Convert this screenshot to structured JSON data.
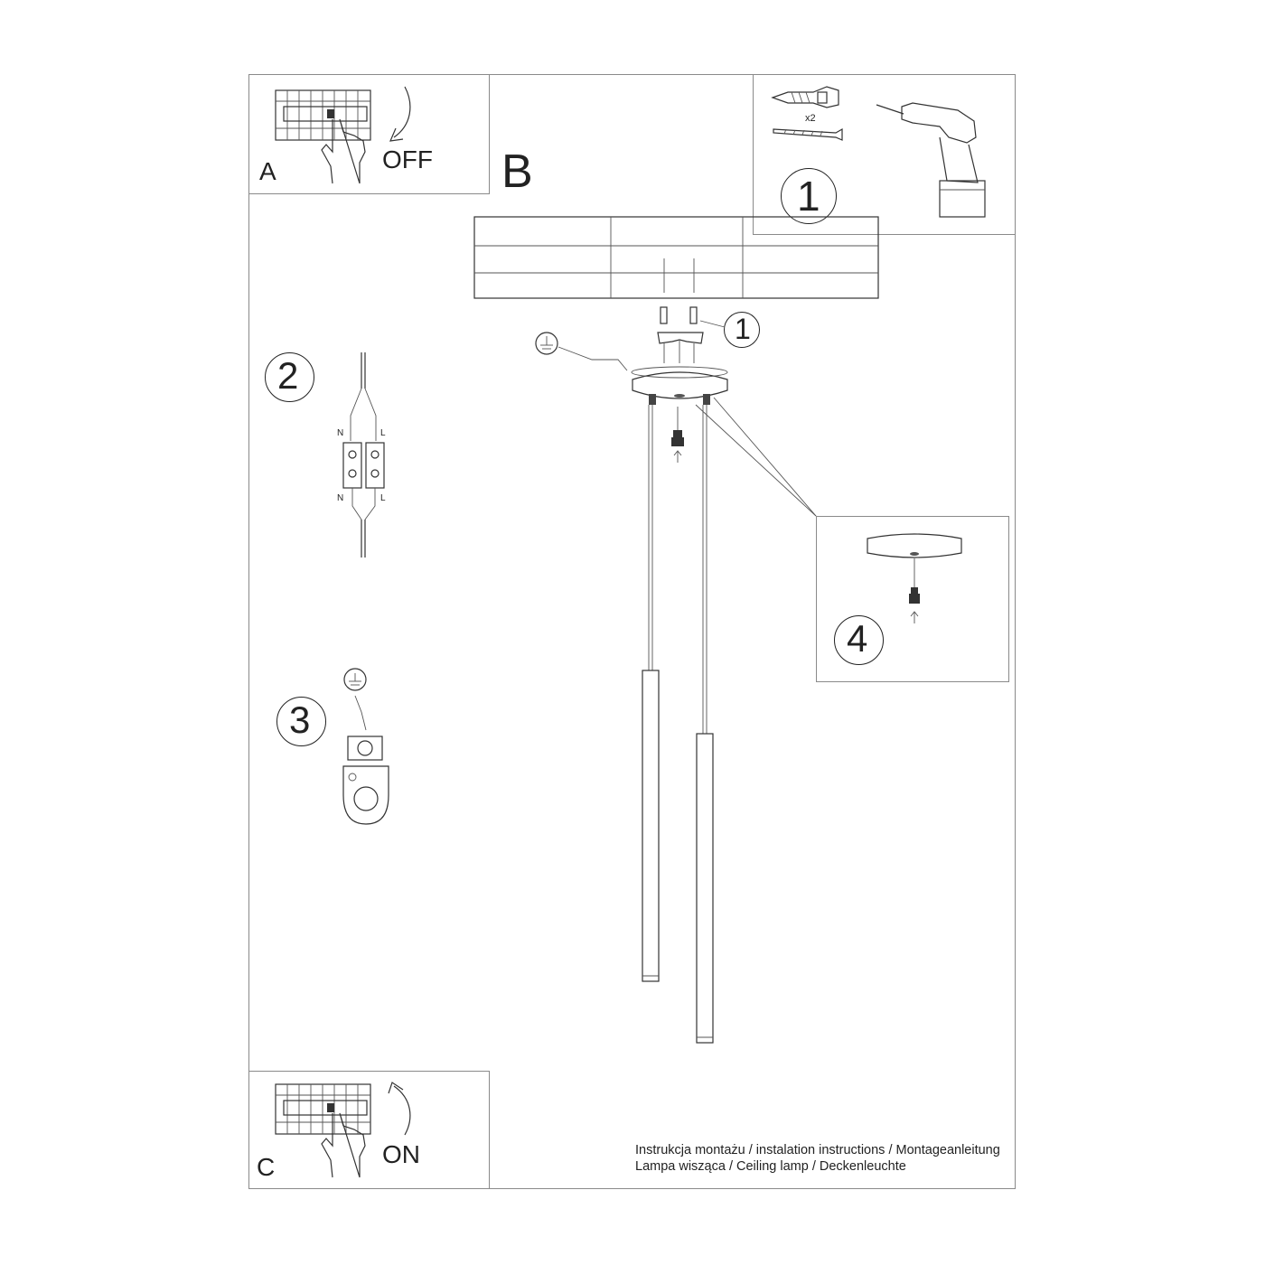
{
  "panels": {
    "a": {
      "letter": "A",
      "state": "OFF"
    },
    "b": {
      "letter": "B"
    },
    "c": {
      "letter": "C",
      "state": "ON"
    }
  },
  "steps": {
    "step1": {
      "number": "1",
      "quantity": "x2"
    },
    "step1_callout": "1",
    "step2": {
      "number": "2",
      "neutral_top": "N",
      "live_top": "L",
      "neutral_bottom": "N",
      "live_bottom": "L"
    },
    "step3": {
      "number": "3"
    },
    "step4": {
      "number": "4"
    }
  },
  "caption": {
    "line1": "Instrukcja montażu / instalation instructions / Montageanleitung",
    "line2": "Lampa wisząca / Ceiling lamp / Deckenleuchte"
  },
  "icons": [
    "circuit-breaker-icon",
    "hand-icon",
    "arrow-icon",
    "wall-plug-icon",
    "screw-icon",
    "drill-icon",
    "ground-symbol-icon",
    "terminal-block-icon",
    "ceiling-canopy-icon",
    "pendant-tube-icon",
    "grub-screw-icon"
  ]
}
